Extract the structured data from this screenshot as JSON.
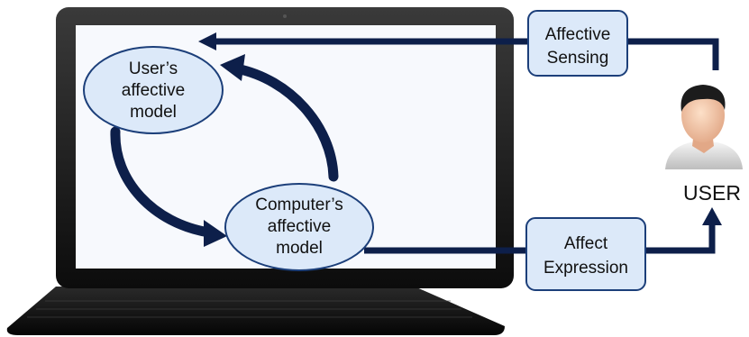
{
  "nodes": {
    "users_model": {
      "lines": [
        "User’s",
        "affective",
        "model"
      ]
    },
    "computers_model": {
      "lines": [
        "Computer’s",
        "affective",
        "model"
      ]
    },
    "affective_sensing": {
      "lines": [
        "Affective",
        "Sensing"
      ]
    },
    "affect_expression": {
      "lines": [
        "Affect",
        "Expression"
      ]
    }
  },
  "user": {
    "label": "USER"
  },
  "colors": {
    "arrow": "#0d1f4a",
    "node_fill": "#dce9f9",
    "node_stroke": "#1c3f7a",
    "laptop_body": "#1a1a1a",
    "screen": "#f7f9fd"
  },
  "icons": {
    "user": "user-avatar-icon",
    "laptop": "laptop-icon"
  }
}
